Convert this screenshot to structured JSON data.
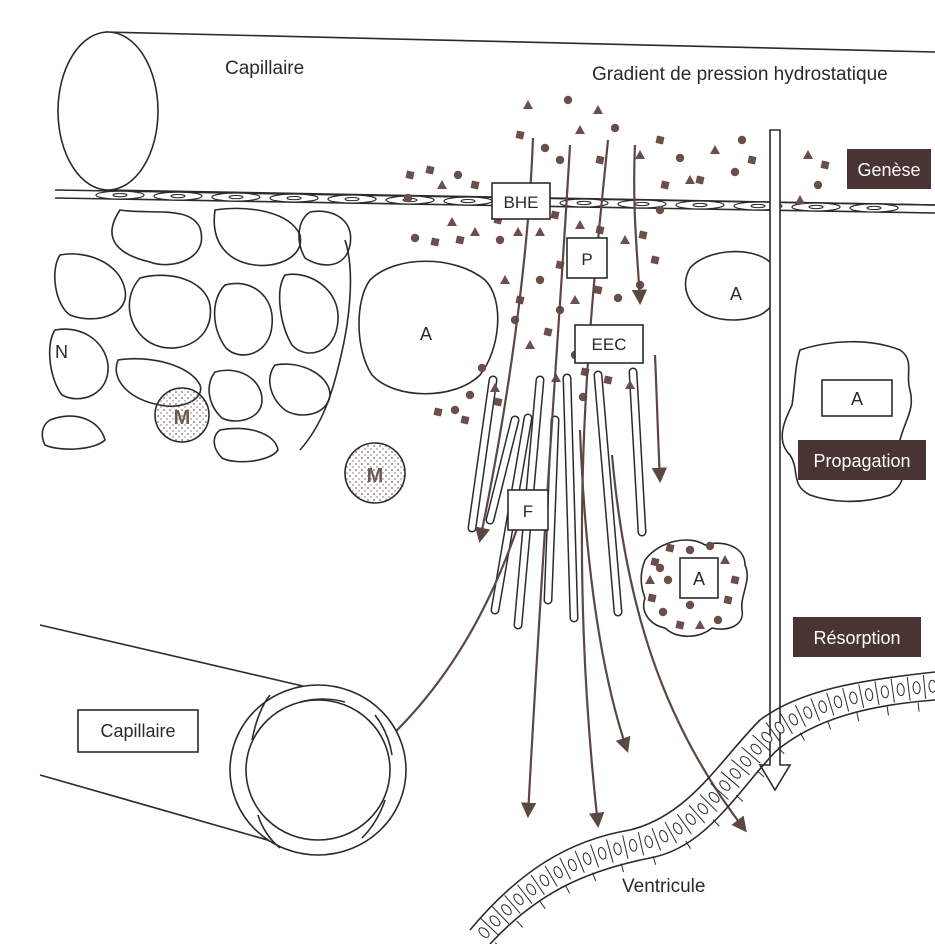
{
  "labels": {
    "capillaire_top": "Capillaire",
    "gradient": "Gradient de pression hydrostatique",
    "genese": "Genèse",
    "propagation": "Propagation",
    "resorption": "Résorption",
    "bhe": "BHE",
    "p": "P",
    "eec": "EEC",
    "f": "F",
    "a": "A",
    "n": "N",
    "m": "M",
    "capillaire_bottom": "Capillaire",
    "ventricule": "Ventricule"
  },
  "colors": {
    "stage_tag": "#4a3433",
    "particle": "#6a4f4b",
    "arrow": "#5b4743",
    "ink": "#2b2b2b",
    "stipple": "#7a6a66"
  }
}
